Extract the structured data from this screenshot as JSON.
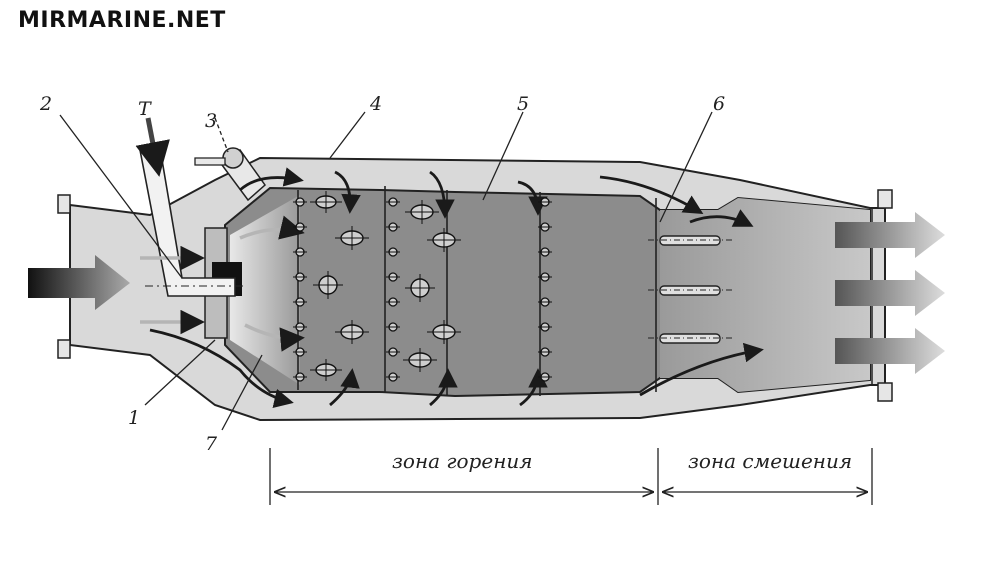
{
  "watermark": "MIRMARINE.NET",
  "labels": {
    "fuel_supply": "T",
    "part_1": "1",
    "part_2": "2",
    "part_3": "3",
    "part_4": "4",
    "part_5": "5",
    "part_6": "6",
    "part_7": "7"
  },
  "zones": {
    "combustion": "зона горения",
    "mixing": "зона смешения"
  },
  "colors": {
    "casing": "#d9d9d9",
    "liner": "#8c8c8c",
    "liner_dark": "#6e6e6e",
    "outline": "#222222",
    "arrow_dark": "#1a1a1a"
  }
}
